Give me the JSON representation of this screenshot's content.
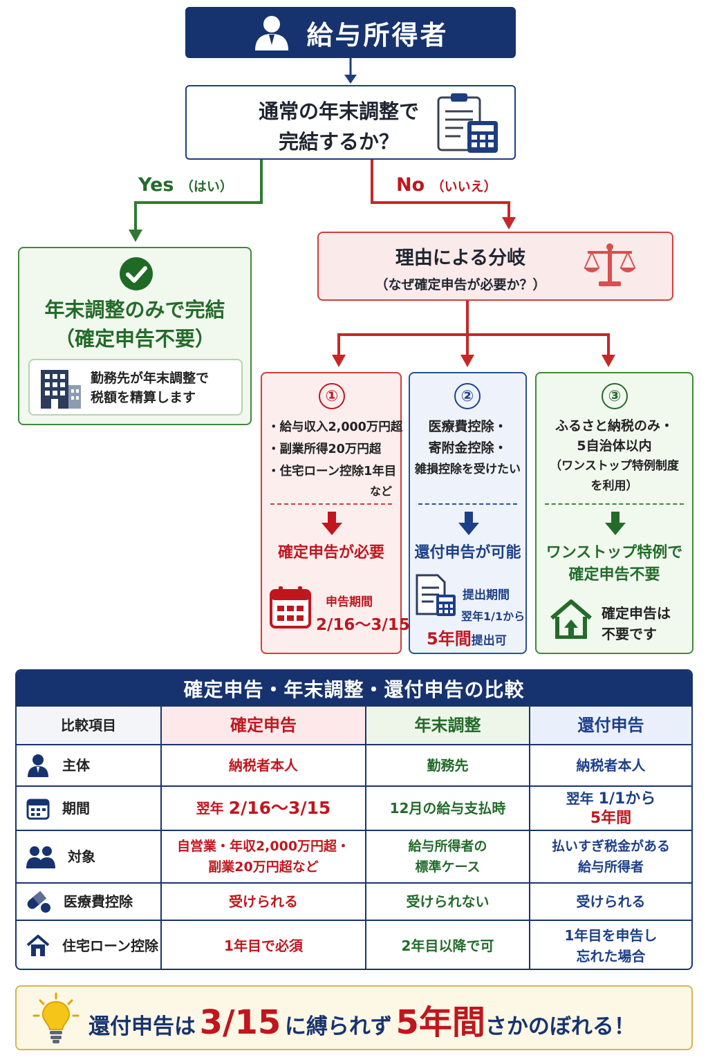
{
  "top": {
    "title": "給与所得者"
  },
  "question": {
    "line1": "通常の年末調整で",
    "line2": "完結するか？"
  },
  "yes": {
    "label": "Yes",
    "sub": "（はい）",
    "title1": "年末調整のみで完結",
    "title2": "（確定申告不要）",
    "note1": "勤務先が年末調整で",
    "note2": "税額を精算します"
  },
  "no": {
    "label": "No",
    "sub": "（いいえ）"
  },
  "reason": {
    "title": "理由による分岐",
    "subtitle": "（なぜ確定申告が必要か？）"
  },
  "branches": [
    {
      "num": "①",
      "items": [
        "・給与収入2,000万円超",
        "・副業所得20万円超",
        "・住宅ローン控除1年目"
      ],
      "etc": "など",
      "result": "確定申告が必要",
      "period_label": "申告期間",
      "period": "2/16～3/15"
    },
    {
      "num": "②",
      "lines": [
        "医療費控除・",
        "寄附金控除・",
        "雑損控除を受けたい"
      ],
      "result": "還付申告が可能",
      "p1": "提出期間",
      "p2": "翌年1/1から",
      "p3a": "5年間",
      "p3b": "提出可"
    },
    {
      "num": "③",
      "lines": [
        "ふるさと納税のみ・",
        "5自治体以内",
        "（ワンストップ特例制度",
        "を利用）"
      ],
      "result1": "ワンストップ特例で",
      "result2": "確定申告不要",
      "n1": "確定申告は",
      "n2": "不要です"
    }
  ],
  "table": {
    "title": "確定申告・年末調整・還付申告の比較",
    "headers": [
      "比較項目",
      "確定申告",
      "年末調整",
      "還付申告"
    ],
    "rows": [
      {
        "label": "主体",
        "icon": "person-icon",
        "c1": "納税者本人",
        "c2": "勤務先",
        "c3": "納税者本人"
      },
      {
        "label": "期間",
        "icon": "calendar-icon",
        "c1a": "翌年",
        "c1b": "2/16～3/15",
        "c2": "12月の給与支払時",
        "c3a": "翌年",
        "c3b": "1/1から",
        "c3c": "5年間"
      },
      {
        "label": "対象",
        "icon": "people-icon",
        "c1a": "自営業・年収2,000万円超・",
        "c1b": "副業20万円超など",
        "c2a": "給与所得者の",
        "c2b": "標準ケース",
        "c3a": "払いすぎ税金がある",
        "c3b": "給与所得者"
      },
      {
        "label": "医療費控除",
        "icon": "pill-icon",
        "c1": "受けられる",
        "c2": "受けられない",
        "c3": "受けられる"
      },
      {
        "label": "住宅ローン控除",
        "icon": "house-icon",
        "c1": "1年目で必須",
        "c2": "2年目以降で可",
        "c3a": "1年目を申告し",
        "c3b": "忘れた場合"
      }
    ]
  },
  "note": {
    "p1": "還付申告は",
    "p2": "3/15",
    "p3": "に縛られず",
    "p4": "5年間",
    "p5": "さかのぼれる！"
  },
  "colors": {
    "navy": "#17336f",
    "red": "#c0161e",
    "green": "#236b2a",
    "blue": "#1d3f89"
  }
}
